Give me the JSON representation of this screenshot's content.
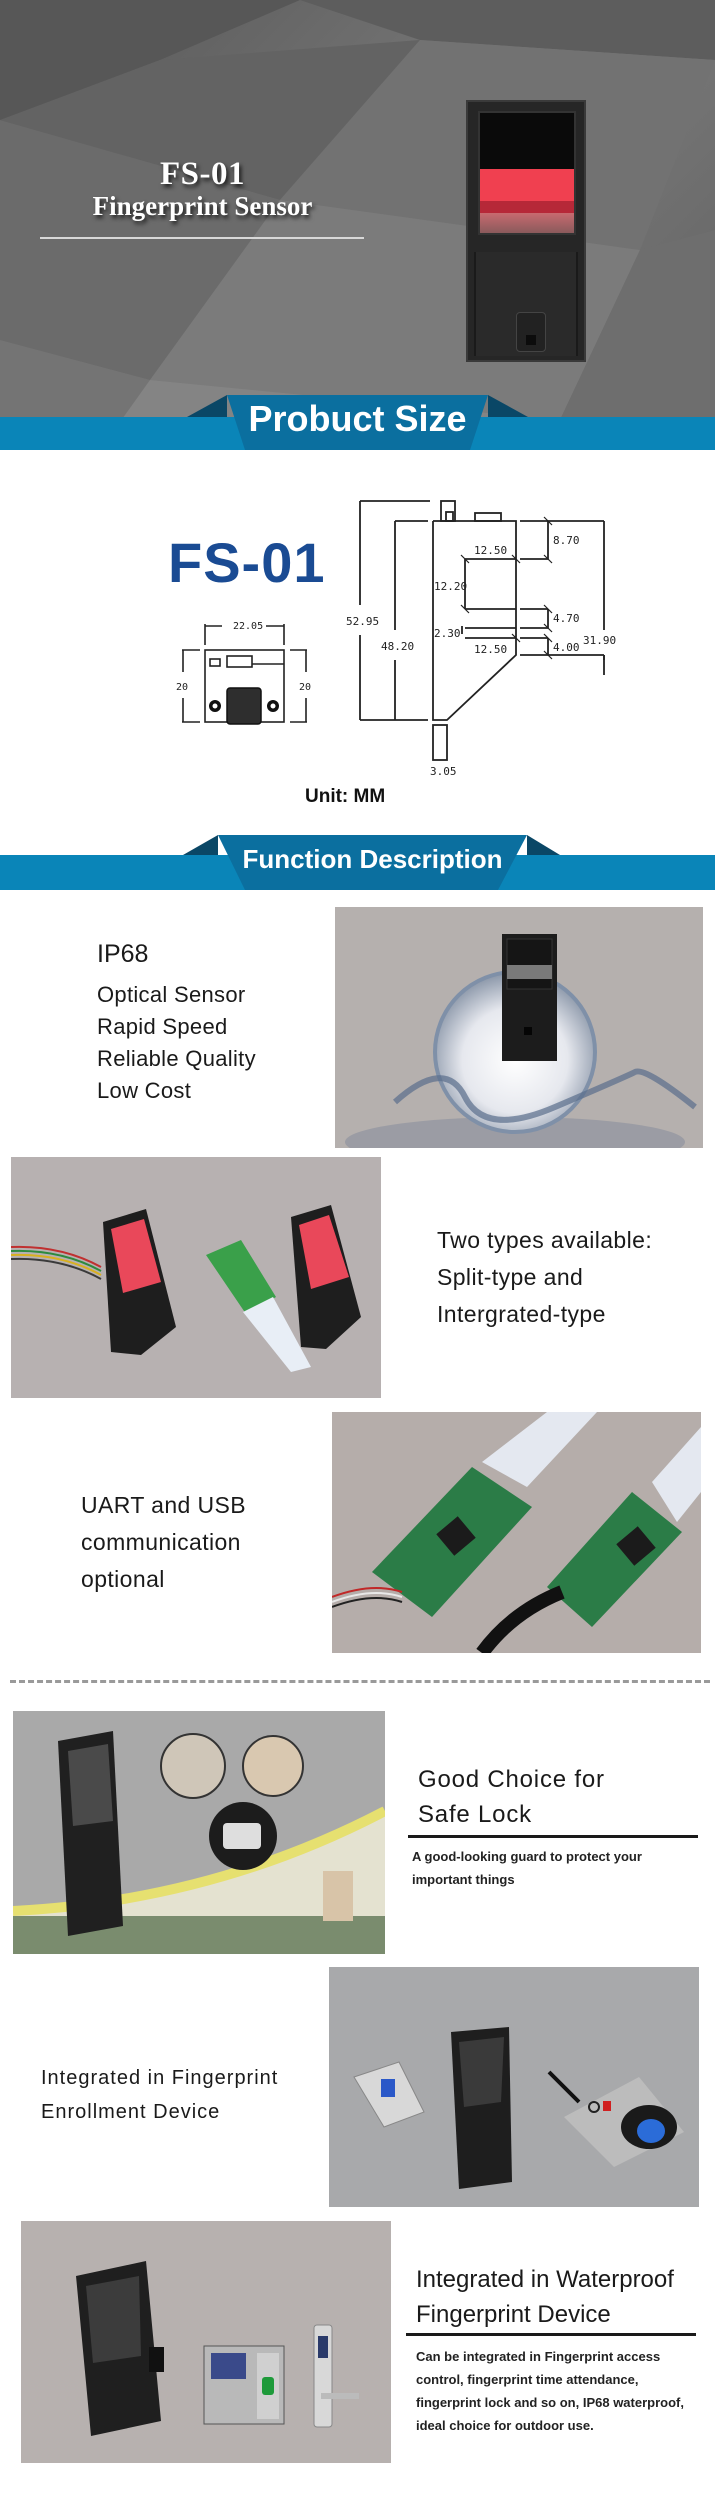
{
  "hero": {
    "model": "FS-01",
    "product_name": "Fingerprint Sensor",
    "image_alt": "FS-01 optical fingerprint sensor module with red illuminated window"
  },
  "banners": {
    "product_size": "Probuct Size",
    "function_description": "Function Description"
  },
  "dimensions": {
    "model_label": "FS-01",
    "unit_label": "Unit: MM",
    "board": {
      "width": "22.05",
      "height_left": "20",
      "height_right": "20"
    },
    "side": {
      "total_height": "52.95",
      "body_height": "48.20",
      "window_offset_top": "8.70",
      "window_width_top": "12.50",
      "window_height": "12.20",
      "right_span": "31.90",
      "gap_below_window": "4.70",
      "strip_height": "2.30",
      "window_width_bottom": "12.50",
      "bottom_offset": "4.00",
      "stem_width": "3.05"
    }
  },
  "features": [
    {
      "title": "IP68",
      "items": [
        "Optical Sensor",
        "Rapid Speed",
        "Reliable Quality",
        "Low Cost"
      ],
      "image_alt": "Sensor surrounded by water splash"
    },
    {
      "lines": [
        "Two types available:",
        "Split-type and",
        "Intergrated-type"
      ],
      "image_alt": "Split-type and integrated-type sensors"
    },
    {
      "lines": [
        "UART and USB",
        "communication",
        "optional"
      ],
      "image_alt": "Interface boards with UART wires and USB cable"
    }
  ],
  "applications": [
    {
      "title_lines": [
        "Good Choice for",
        "Safe Lock"
      ],
      "body_lines": [
        "A good-looking guard to protect your",
        "important things"
      ],
      "image_alt": "Sensor with safe lock applications"
    },
    {
      "lines": [
        "Integrated in Fingerprint",
        "Enrollment Device"
      ],
      "image_alt": "Sensor with desktop enrollment devices"
    },
    {
      "title_lines": [
        "Integrated in Waterproof",
        "Fingerprint Device"
      ],
      "body_lines": [
        "Can be integrated in Fingerprint access",
        "control, fingerprint time attendance,",
        "fingerprint lock and so on, IP68 waterproof,",
        "ideal choice for outdoor use."
      ],
      "image_alt": "Sensor with time attendance terminal and door lock"
    }
  ],
  "colors": {
    "banner_bar": "#0a85b8",
    "banner_panel": "#0b6f9f",
    "banner_fold": "#0a4766",
    "model_blue": "#1a4b93",
    "sensor_red": "#f04050"
  }
}
